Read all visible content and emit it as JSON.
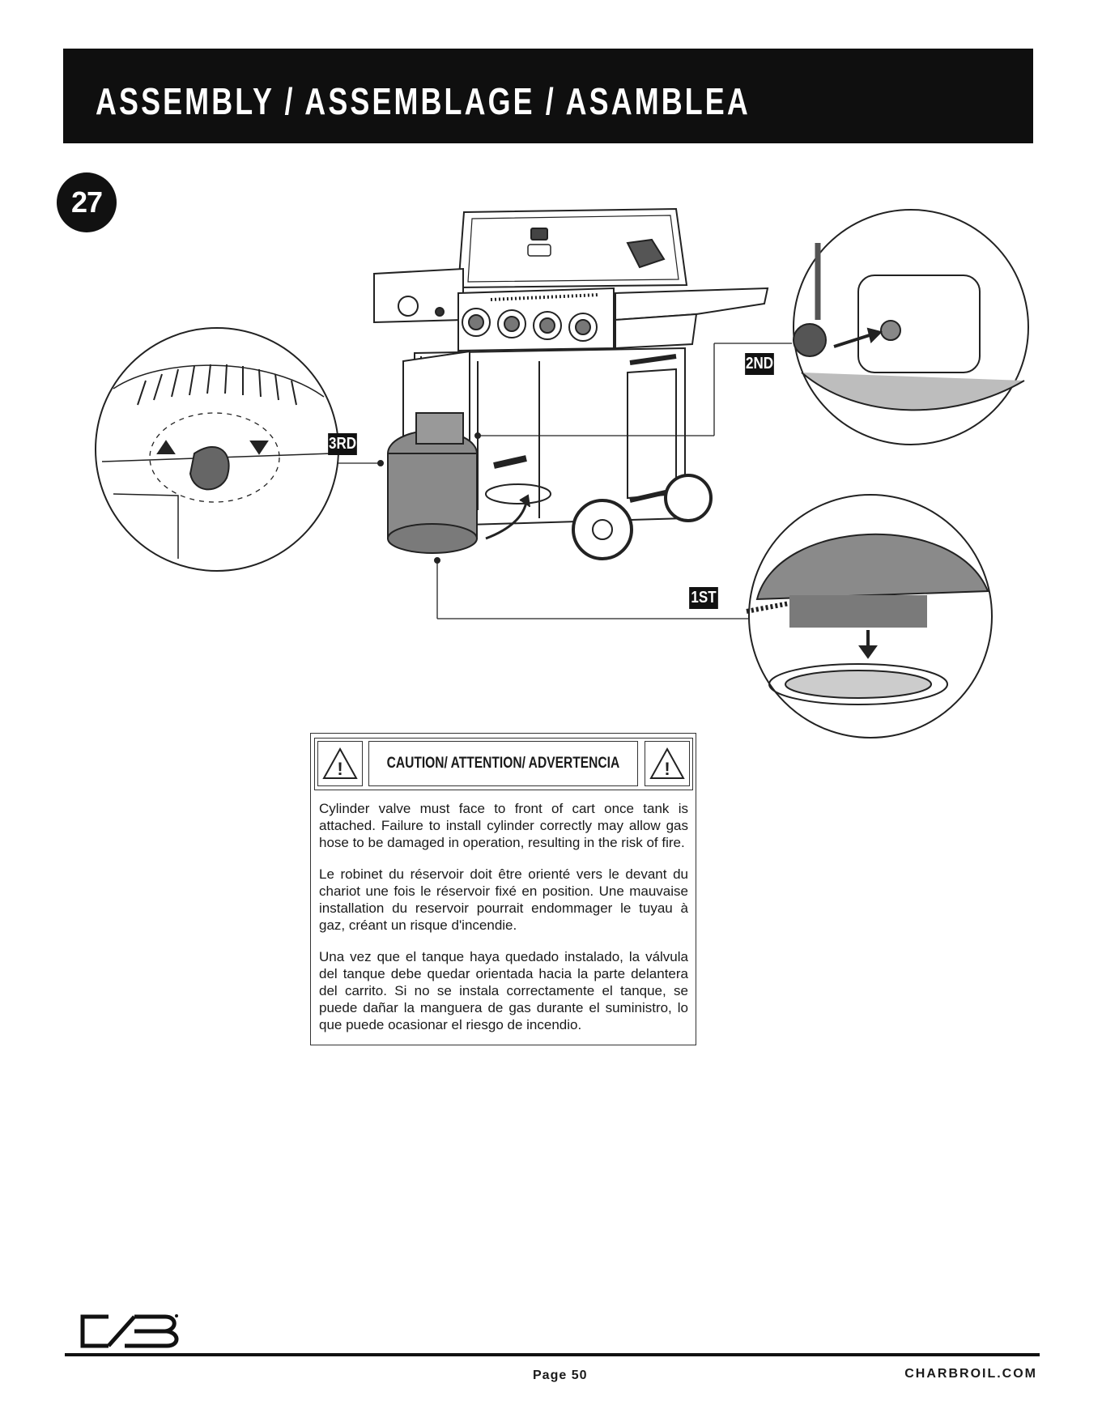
{
  "header": {
    "title": "ASSEMBLY / ASSEMBLAGE / ASAMBLEA"
  },
  "step": {
    "number": "27"
  },
  "callouts": {
    "first": "1ST",
    "second": "2ND",
    "third": "3RD"
  },
  "caution": {
    "title": "CAUTION/ ATTENTION/ ADVERTENCIA",
    "symbol": "!",
    "english": "Cylinder valve must face to front of cart once tank is attached. Failure to install cylinder correctly may allow gas hose to be damaged in operation, resulting in the risk of fire.",
    "french": "Le robinet du réservoir doit être orienté vers le devant du chariot une fois le réservoir fixé en position. Une mauvaise installation du reservoir pourrait endommager le tuyau à gaz, créant un risque d'incendie.",
    "spanish": "Una vez que el tanque haya quedado instalado, la válvula del tanque debe quedar orientada hacia la parte delantera del carrito. Si no se instala correctamente el tanque, se puede dañar la manguera de gas durante el suministro, lo que puede ocasionar el riesgo de incendio."
  },
  "footer": {
    "page": "Page 50",
    "site": "CHARBROIL.COM"
  },
  "icons": {
    "logo": "charbroil-logo-icon",
    "warning": "warning-triangle-icon"
  }
}
